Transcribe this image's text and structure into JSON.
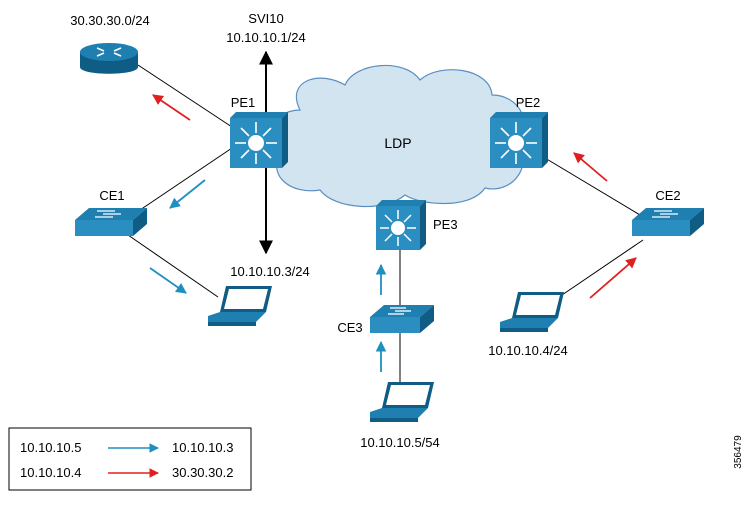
{
  "cloud": {
    "label": "LDP",
    "fill": "#d3e4f1",
    "stroke": "#5b8fc0"
  },
  "devices": {
    "pe1": {
      "label": "PE1"
    },
    "pe2": {
      "label": "PE2"
    },
    "pe3": {
      "label": "PE3"
    },
    "ce1": {
      "label": "CE1"
    },
    "ce2": {
      "label": "CE2"
    },
    "ce3": {
      "label": "CE3"
    },
    "router": {
      "label": "30.30.30.0/24"
    }
  },
  "labels": {
    "svi_name": "SVI10",
    "svi_ip": "10.10.10.1/24",
    "laptop1_ip": "10.10.10.3/24",
    "laptop2_ip": "10.10.10.4/24",
    "laptop3_ip": "10.10.10.5/54"
  },
  "legend": {
    "rows": [
      {
        "from": "10.10.10.5",
        "to": "10.10.10.3",
        "color": "#1f8fc0"
      },
      {
        "from": "10.10.10.4",
        "to": "30.30.30.2",
        "color": "#e02020"
      }
    ]
  },
  "figure_id": "356479",
  "colors": {
    "blue_arrow": "#1f8fc0",
    "red_arrow": "#e02020",
    "device_top": "#1e7fb0",
    "device_side": "#0f5c85",
    "device_face": "#2a8fc0"
  }
}
